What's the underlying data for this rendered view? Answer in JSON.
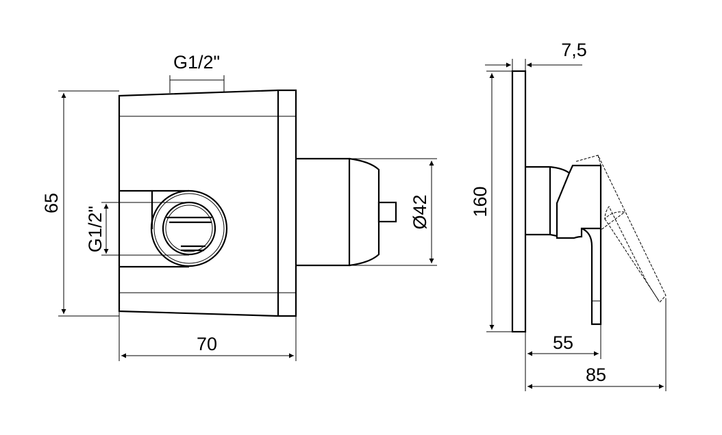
{
  "title": "Concealed single-lever mixer technical drawing",
  "dimensions": {
    "front_width": "70",
    "front_height": "65",
    "inlet_top": "G1/2\"",
    "inlet_side": "G1/2\"",
    "cartridge_diameter": "Ø42",
    "plate_height": "160",
    "plate_thickness": "7,5",
    "body_depth": "55",
    "total_depth": "85"
  },
  "colors": {
    "line": "#000000",
    "background": "#ffffff"
  }
}
